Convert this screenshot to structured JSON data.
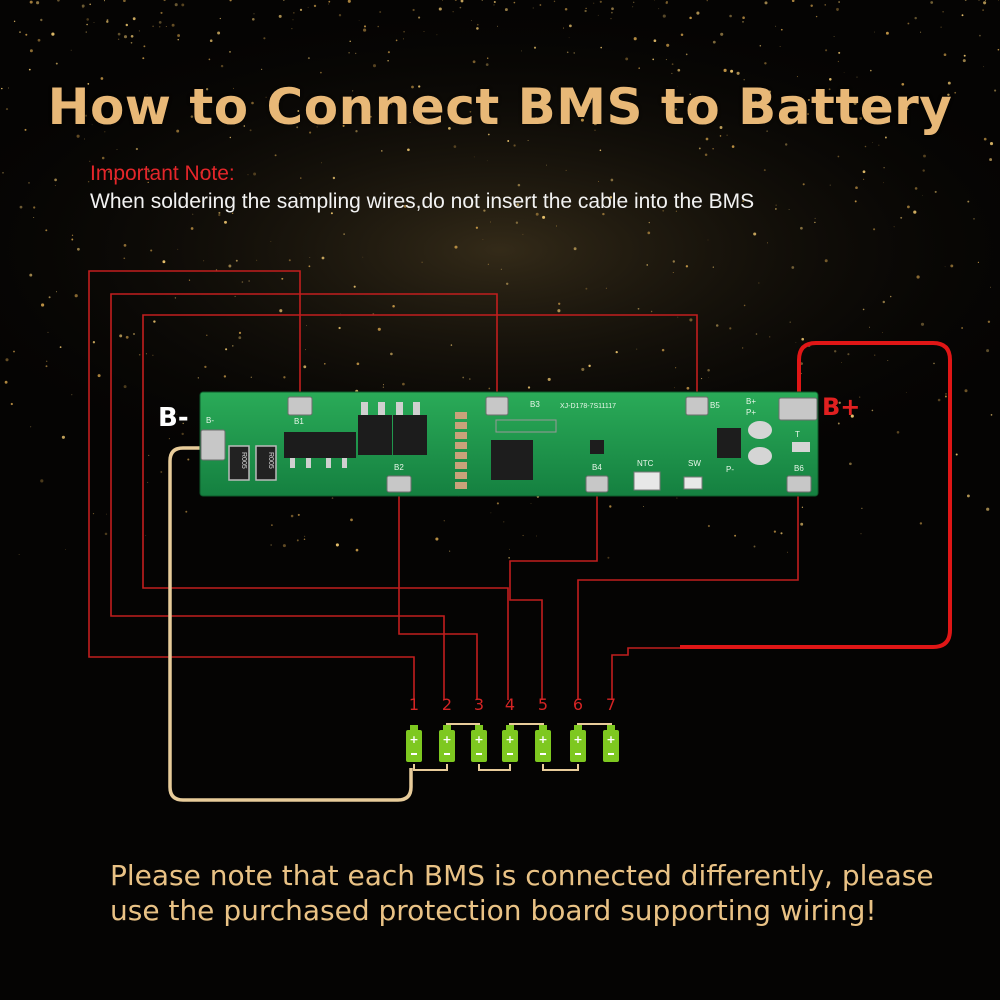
{
  "title": "How to Connect BMS to Battery",
  "note": {
    "heading": "Important Note:",
    "body": "When soldering the sampling wires,do not insert the cable into the BMS"
  },
  "board": {
    "minus_label": "B-",
    "plus_label": "B+",
    "silk": {
      "b_minus": "B-",
      "b1": "B1",
      "b2": "B2",
      "b3": "B3",
      "b4": "B4",
      "b5": "B5",
      "b6": "B6",
      "b_plus": "B+",
      "p_plus": "P+",
      "p_minus": "P-",
      "t": "T",
      "ntc": "NTC",
      "sw": "SW",
      "model": "XJ-D178-7S11117",
      "r005a": "R005",
      "r005b": "R005"
    }
  },
  "terminals": [
    "1",
    "2",
    "3",
    "4",
    "5",
    "6",
    "7"
  ],
  "bottom_note": {
    "line1": "Please note that each BMS is connected differently, please",
    "line2": "use the purchased protection board supporting wiring!"
  },
  "colors": {
    "title": "#e8b877",
    "note_heading": "#e4262a",
    "wire": "#c21e1e",
    "bplus_wire": "#e01616",
    "bminus_wire": "#e8cc9a",
    "pcb": "#1f9a4a",
    "cell": "#7ec820",
    "bottom_text": "#e9c285"
  }
}
